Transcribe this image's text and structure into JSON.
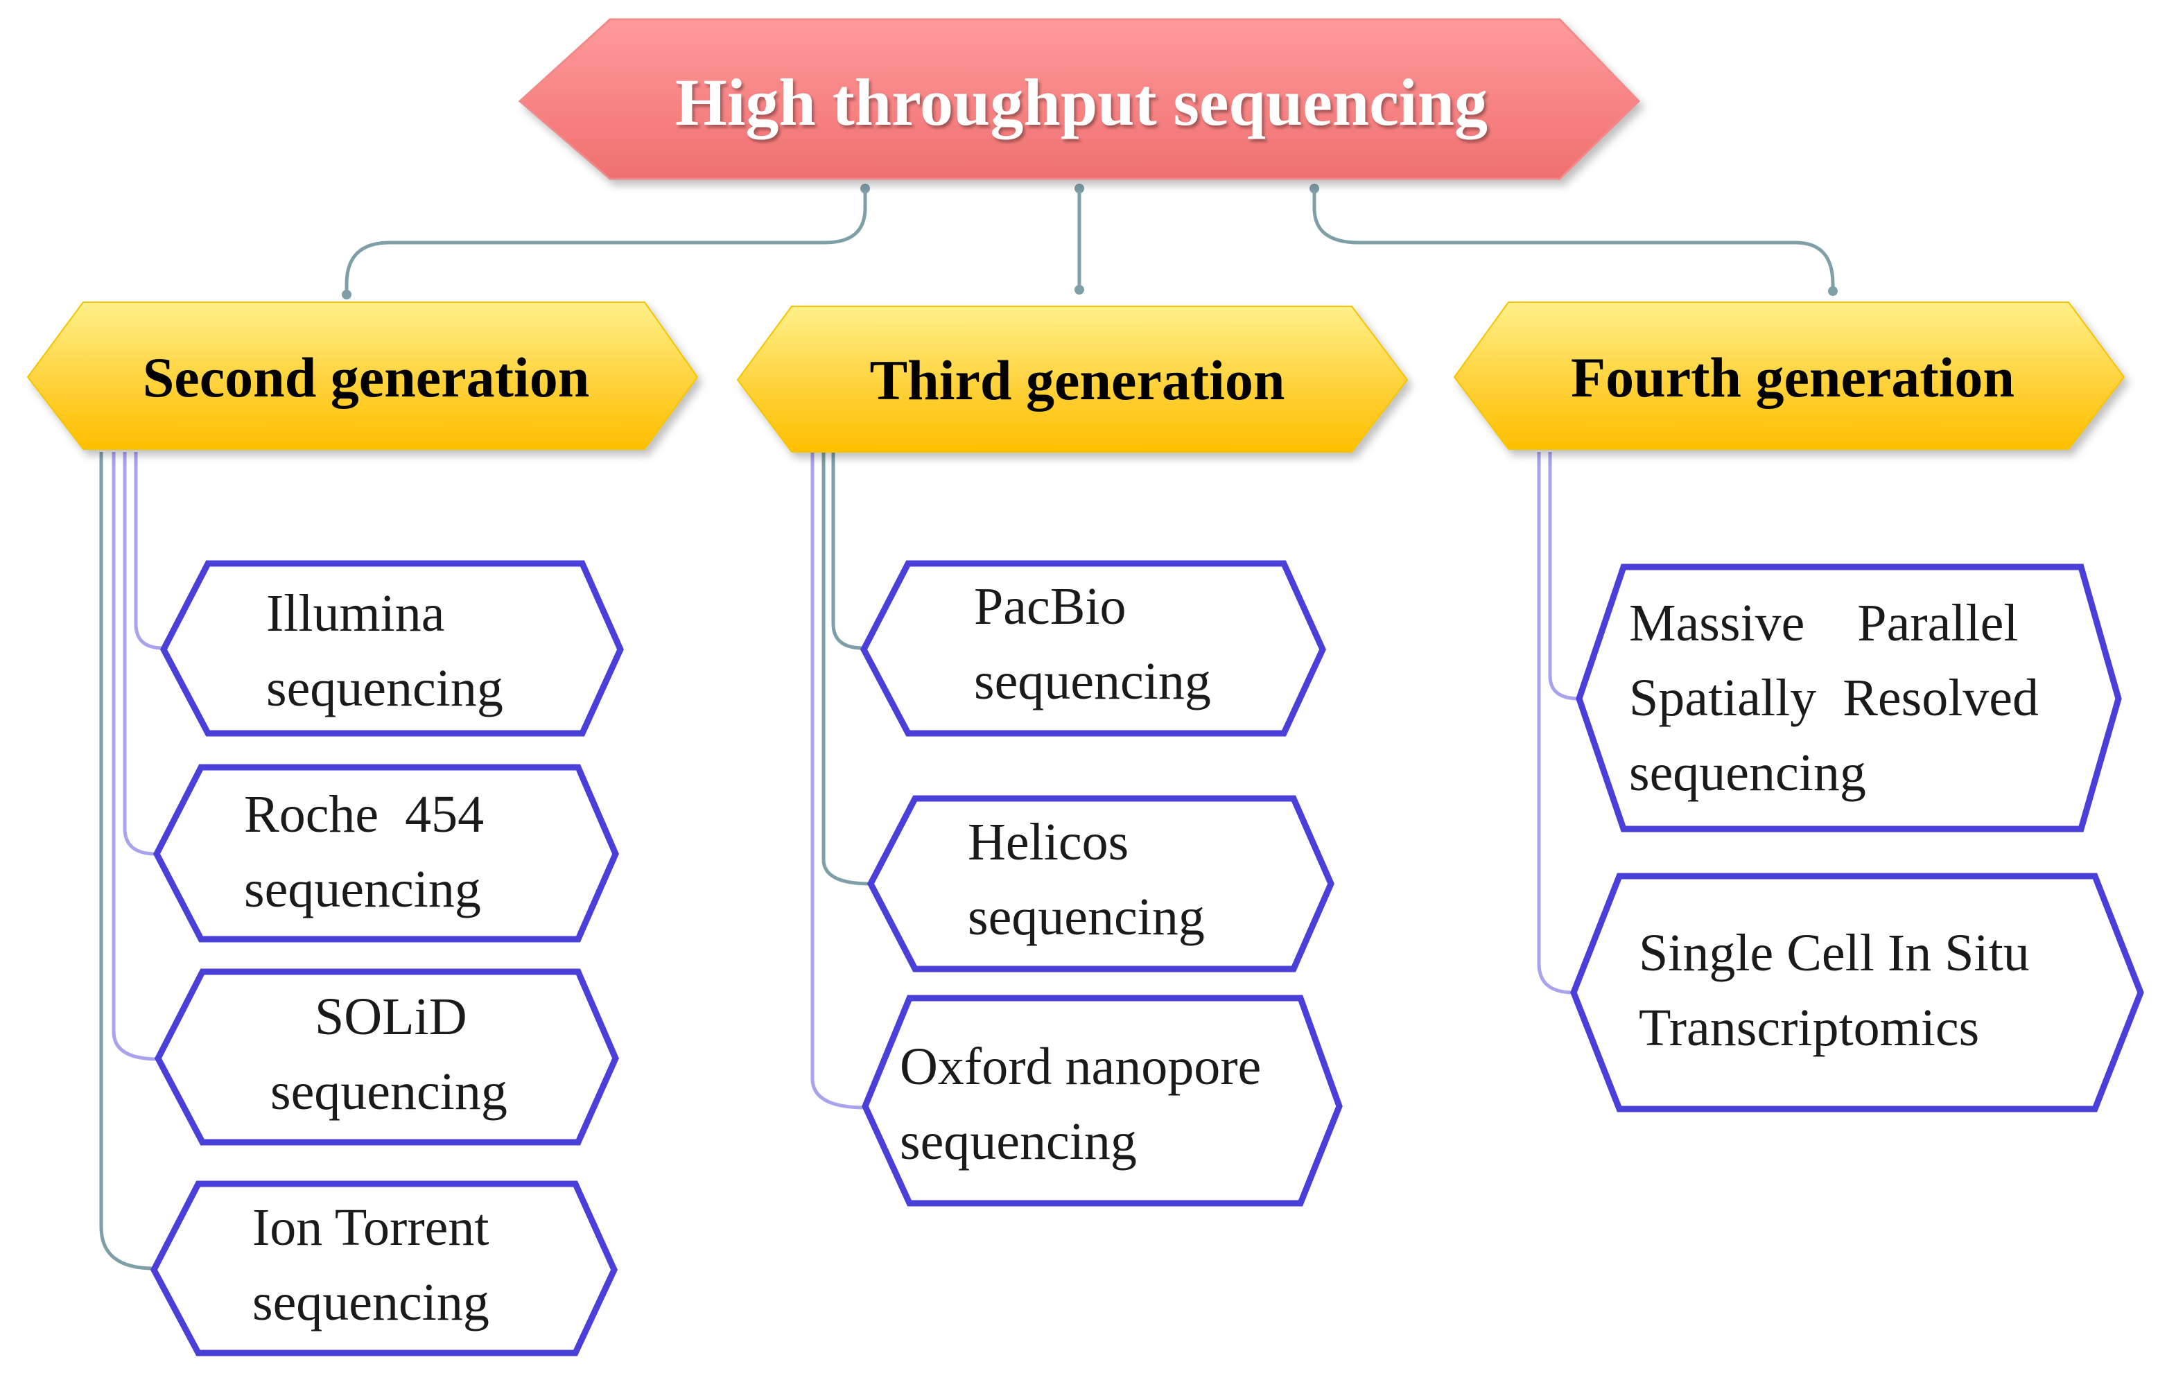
{
  "colors": {
    "root_fill_light": "#ff8f8f",
    "root_fill_dark": "#f07474",
    "generation_fill_light": "#ffe97a",
    "generation_fill_dark": "#ffc400",
    "leaf_stroke": "#4a3fd8",
    "connector_dark": "#7f9fa8",
    "connector_light": "#a9a3ee"
  },
  "root": {
    "label": "High throughput sequencing"
  },
  "generations": [
    {
      "label": "Second generation",
      "items": [
        {
          "lines": [
            "Illumina",
            "sequencing"
          ]
        },
        {
          "lines": [
            "Roche  454",
            "sequencing"
          ]
        },
        {
          "lines": [
            "SOLiD",
            "sequencing"
          ]
        },
        {
          "lines": [
            "Ion Torrent",
            "sequencing"
          ]
        }
      ]
    },
    {
      "label": "Third generation",
      "items": [
        {
          "lines": [
            "PacBio",
            "sequencing"
          ]
        },
        {
          "lines": [
            "Helicos",
            "sequencing"
          ]
        },
        {
          "lines": [
            "Oxford nanopore",
            "sequencing"
          ]
        }
      ]
    },
    {
      "label": "Fourth generation",
      "items": [
        {
          "lines": [
            "Massive    Parallel",
            "Spatially  Resolved",
            "sequencing"
          ]
        },
        {
          "lines": [
            "Single Cell In Situ",
            "Transcriptomics"
          ]
        }
      ]
    }
  ]
}
